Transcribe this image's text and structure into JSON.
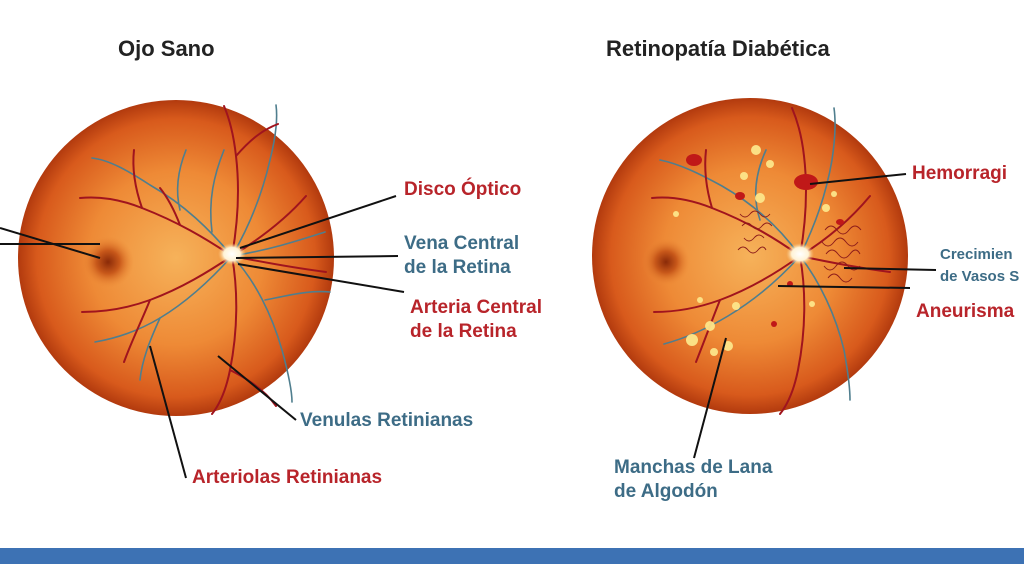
{
  "titles": {
    "left": "Ojo Sano",
    "right": "Retinopatía Diabética"
  },
  "left_labels": {
    "optic_disc": "Disco Óptico",
    "central_vein_1": "Vena Central",
    "central_vein_2": "de la Retina",
    "central_artery_1": "Arteria Central",
    "central_artery_2": "de la Retina",
    "venules": "Venulas Retinianas",
    "arterioles": "Arteriolas Retinianas"
  },
  "right_labels": {
    "hemorrhage": "Hemorragi",
    "growth_1": "Crecimien",
    "growth_2": "de Vasos S",
    "aneurysm": "Aneurisma",
    "cotton_1": "Manchas de Lana",
    "cotton_2": "de Algodón"
  },
  "colors": {
    "label_red": "#b8242a",
    "label_blue": "#3d6c86",
    "bar": "#3d72b4",
    "retina_center": "#f4a14a",
    "retina_edge": "#c2410f",
    "exudate": "#fde68a"
  }
}
